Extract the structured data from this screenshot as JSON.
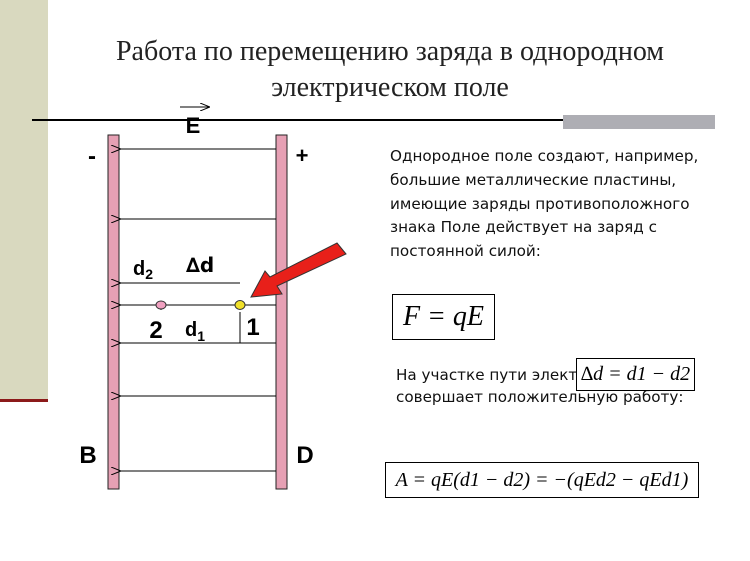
{
  "title": "Работа по перемещению заряда в однородном электрическом поле",
  "diagram": {
    "field_label": "E",
    "minus_sign": "-",
    "plus_sign": "+",
    "label_d2": "d",
    "label_d2_sub": "2",
    "label_delta_d": "∆d",
    "label_d1": "d",
    "label_d1_sub": "1",
    "point_2": "2",
    "point_1": "1",
    "plate_left": "B",
    "plate_right": "D"
  },
  "text": {
    "paragraph": "Однородное поле создают, например, большие металлические пластины, имеющие заряды противоположного знака Поле действует на заряд с постоянной силой:",
    "path_text": "На участке пути электрическое поле совершает положительную работу:"
  },
  "formulas": {
    "force": "F = qE",
    "delta_d": "∆d = d1 − d2",
    "work": "A = qE(d1 − d2) = −(qEd2 − qEd1)"
  },
  "colors": {
    "plate": "#e6a0b4",
    "arrow": "#e8201a",
    "point_1": "#f0e02a",
    "point_2": "#f0a0c0",
    "sidebar": "#d9d9bf"
  }
}
